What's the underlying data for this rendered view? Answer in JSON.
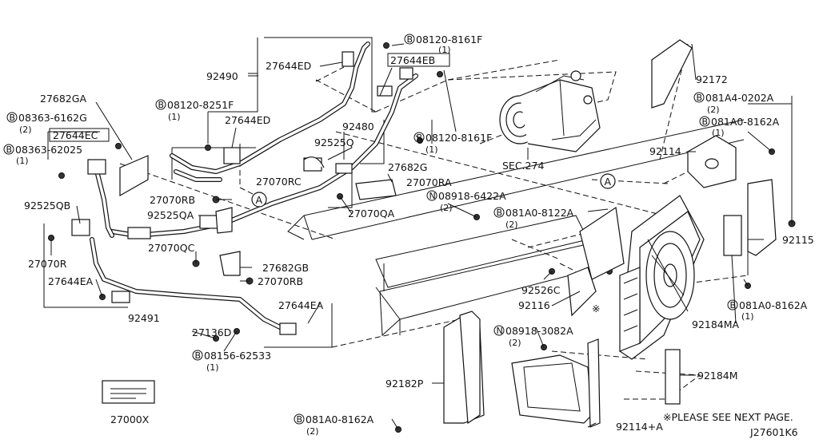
{
  "diagram_id": "J27601K6",
  "footnote": "※PLEASE SEE NEXT PAGE.",
  "see_ref": "SEC.274",
  "callout_letter": "A",
  "star_marker": "※",
  "labels": {
    "p92490": "92490",
    "p27644ED_top": "27644ED",
    "p27644EB": "27644EB",
    "b08120_8161F_top": "08120-8161F",
    "q1_a": "(1)",
    "p27682GA": "27682GA",
    "b08120_8251F": "08120-8251F",
    "q1_b": "(1)",
    "p27644ED_mid": "27644ED",
    "p92480": "92480",
    "b08363_6162G": "08363-6162G",
    "q2_a": "(2)",
    "p27644EC": "27644EC",
    "b08363_62025": "08363-62025",
    "q1_c": "(1)",
    "p92525Q": "92525Q",
    "b08120_8161F_mid": "08120-8161F",
    "q1_d": "(1)",
    "p27070RC": "27070RC",
    "p92172": "92172",
    "b081A4_0202A": "081A4-0202A",
    "q2_b": "(2)",
    "b081A0_8162A_top": "081A0-8162A",
    "q1_e": "(1)",
    "p92114": "92114",
    "p27682G": "27682G",
    "p27070RA": "27070RA",
    "p27070RB_top": "27070RB",
    "n08918_6422A": "08918-6422A",
    "q2_c": "(2)",
    "p92525QB": "92525QB",
    "p92525QA": "92525QA",
    "p27070QA": "27070QA",
    "b081A0_8122A": "081A0-8122A",
    "q2_d": "(2)",
    "p92115": "92115",
    "p27070R": "27070R",
    "p27070QC": "27070QC",
    "p27682GB": "27682GB",
    "p27644EA_left": "27644EA",
    "p27070RB_bot": "27070RB",
    "p92526C": "92526C",
    "p92116": "92116",
    "p92184MA": "92184MA",
    "b081A0_8162A_right": "081A0-8162A",
    "q1_f": "(1)",
    "p92491": "92491",
    "p27644EA_right": "27644EA",
    "p27136D": "27136D",
    "n08918_3082A": "08918-3082A",
    "q2_e": "(2)",
    "b08156_62533": "08156-62533",
    "q1_g": "(1)",
    "p92184M": "92184M",
    "p92182P": "92182P",
    "p27000X": "27000X",
    "b081A0_8162A_bot": "081A0-8162A",
    "q2_f": "(2)",
    "p92114A": "92114+A"
  },
  "bolt_prefix": "B",
  "nut_prefix": "N"
}
